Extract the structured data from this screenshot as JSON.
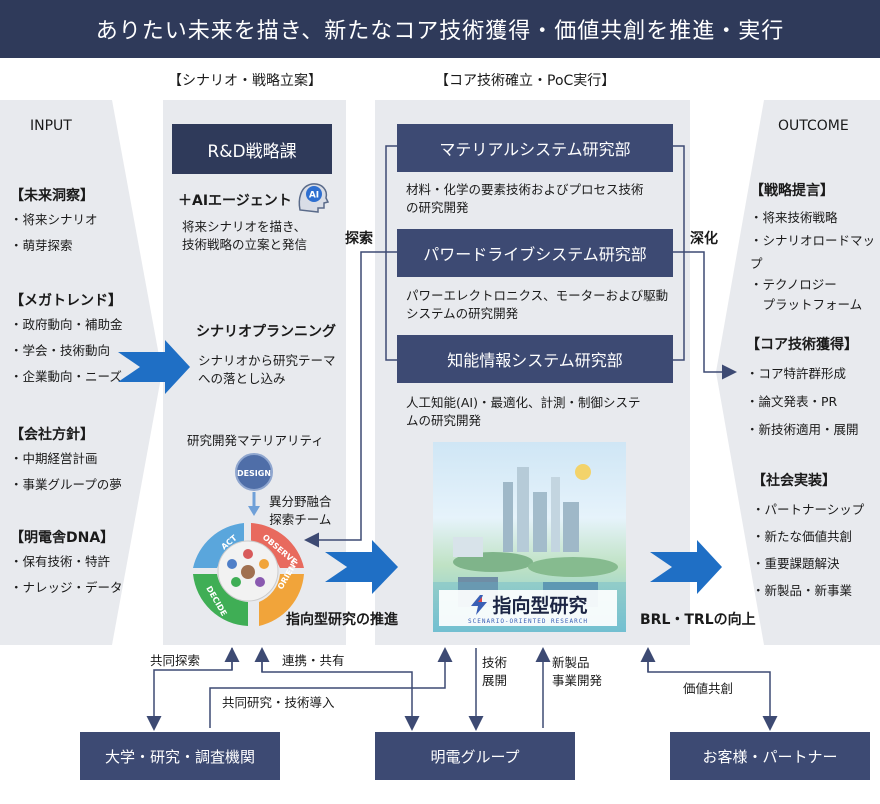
{
  "banner": "ありたい未来を描き、新たなコア技術獲得・価値共創を推進・実行",
  "columns": {
    "scenario": "【シナリオ・戦略立案】",
    "core": "【コア技術確立・PoC実行】"
  },
  "input": {
    "title": "INPUT",
    "groups": [
      {
        "heading": "【未来洞察】",
        "items": [
          "・将来シナリオ",
          "・萌芽探索"
        ]
      },
      {
        "heading": "【メガトレンド】",
        "items": [
          "・政府動向・補助金",
          "・学会・技術動向",
          "・企業動向・ニーズ"
        ]
      },
      {
        "heading": "【会社方針】",
        "items": [
          "・中期経営計画",
          "・事業グループの夢"
        ]
      },
      {
        "heading": "【明電舎DNA】",
        "items": [
          "・保有技術・特許",
          "・ナレッジ・データ"
        ]
      }
    ]
  },
  "scenario": {
    "rd_box": "R&D戦略課",
    "ai_agent": "＋AIエージェント",
    "ai_badge": "AI",
    "ai_desc": [
      "将来シナリオを描き、",
      "技術戦略の立案と発信"
    ],
    "planning_title": "シナリオプランニング",
    "planning_desc": [
      "シナリオから研究テーマ",
      "への落とし込み"
    ],
    "materiality": "研究開発マテリアリティ",
    "design": "DESIGN",
    "team": [
      "異分野融合",
      "探索チーム"
    ],
    "cycle": [
      "ACT",
      "OBSERVE",
      "ORIENT",
      "DECIDE"
    ],
    "promotion": "指向型研究の推進"
  },
  "core": {
    "dept1": "マテリアルシステム研究部",
    "dept1_desc": [
      "材料・化学の要素技術およびプロセス技術",
      "の研究開発"
    ],
    "dept2": "パワードライブシステム研究部",
    "dept2_desc": [
      "パワーエレクトロニクス、モーターおよび駆動",
      "システムの研究開発"
    ],
    "dept3": "知能情報システム研究部",
    "dept3_desc": [
      "人工知能(AI)・最適化、計測・制御システ",
      "ムの研究開発"
    ],
    "logo_main": "指向型研究",
    "logo_sub": "SCENARIO-ORIENTED RESEARCH",
    "brl": "BRL・TRLの向上"
  },
  "labels": {
    "explore": "探索",
    "deepen": "深化",
    "joint_explore": "共同探索",
    "collab": "連携・共有",
    "joint_research": "共同研究・技術導入",
    "tech_deploy": [
      "技術",
      "展開"
    ],
    "new_product": [
      "新製品",
      "事業開発"
    ],
    "value_cocreation": "価値共創"
  },
  "outcome": {
    "title": "OUTCOME",
    "groups": [
      {
        "heading": "【戦略提言】",
        "items": [
          "・将来技術戦略",
          "・シナリオロードマップ",
          "・テクノロジー",
          "　プラットフォーム"
        ]
      },
      {
        "heading": "【コア技術獲得】",
        "items": [
          "・コア特許群形成",
          "・論文発表・PR",
          "・新技術適用・展開"
        ]
      },
      {
        "heading": "【社会実装】",
        "items": [
          "・パートナーシップ",
          "・新たな価値共創",
          "・重要課題解決",
          "・新製品・新事業"
        ]
      }
    ]
  },
  "bottom": {
    "university": "大学・研究・調査機関",
    "group": "明電グループ",
    "customer": "お客様・パートナー"
  },
  "colors": {
    "navy": "#2f3a5a",
    "accent": "#1f6fc5",
    "panel": "#e8eaee"
  }
}
